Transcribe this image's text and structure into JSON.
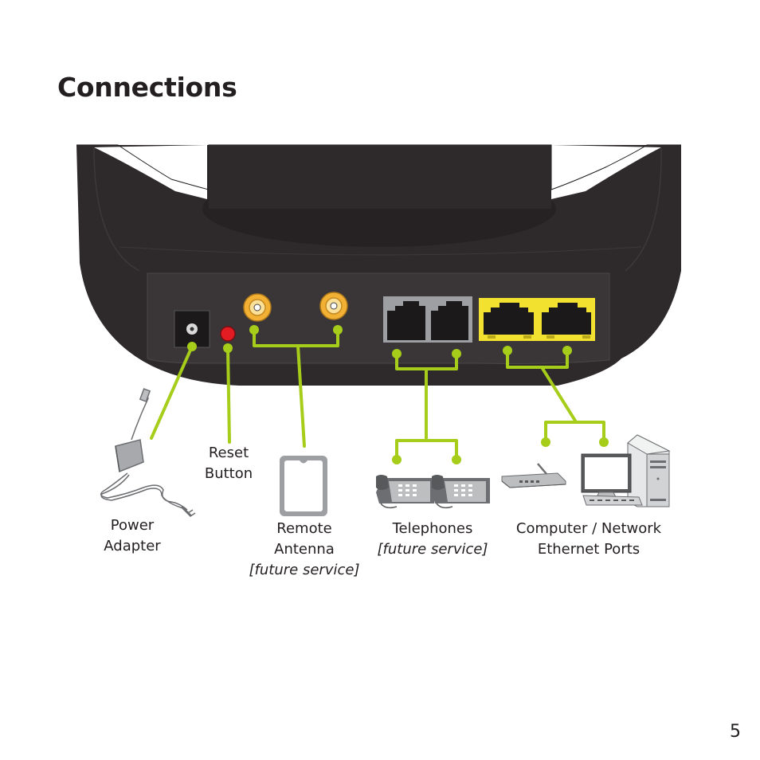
{
  "page": {
    "title": "Connections",
    "page_number": "5"
  },
  "labels": {
    "power_adapter": [
      "Power",
      "Adapter"
    ],
    "reset_button": [
      "Reset",
      "Button"
    ],
    "remote_antenna": [
      "Remote",
      "Antenna",
      "[future service]"
    ],
    "telephones": [
      "Telephones",
      "[future service]"
    ],
    "computer_network": [
      "Computer / Network",
      "Ethernet Ports"
    ]
  },
  "colors": {
    "device_body": "#2e2a2b",
    "port_panel": "#3a3637",
    "callout_line": "#a6cd1a",
    "antenna_port": "#f2b134",
    "reset_button": "#e31b23",
    "ethernet_ports": "#f2e12e",
    "phone_ports": "#9d9fa2"
  }
}
